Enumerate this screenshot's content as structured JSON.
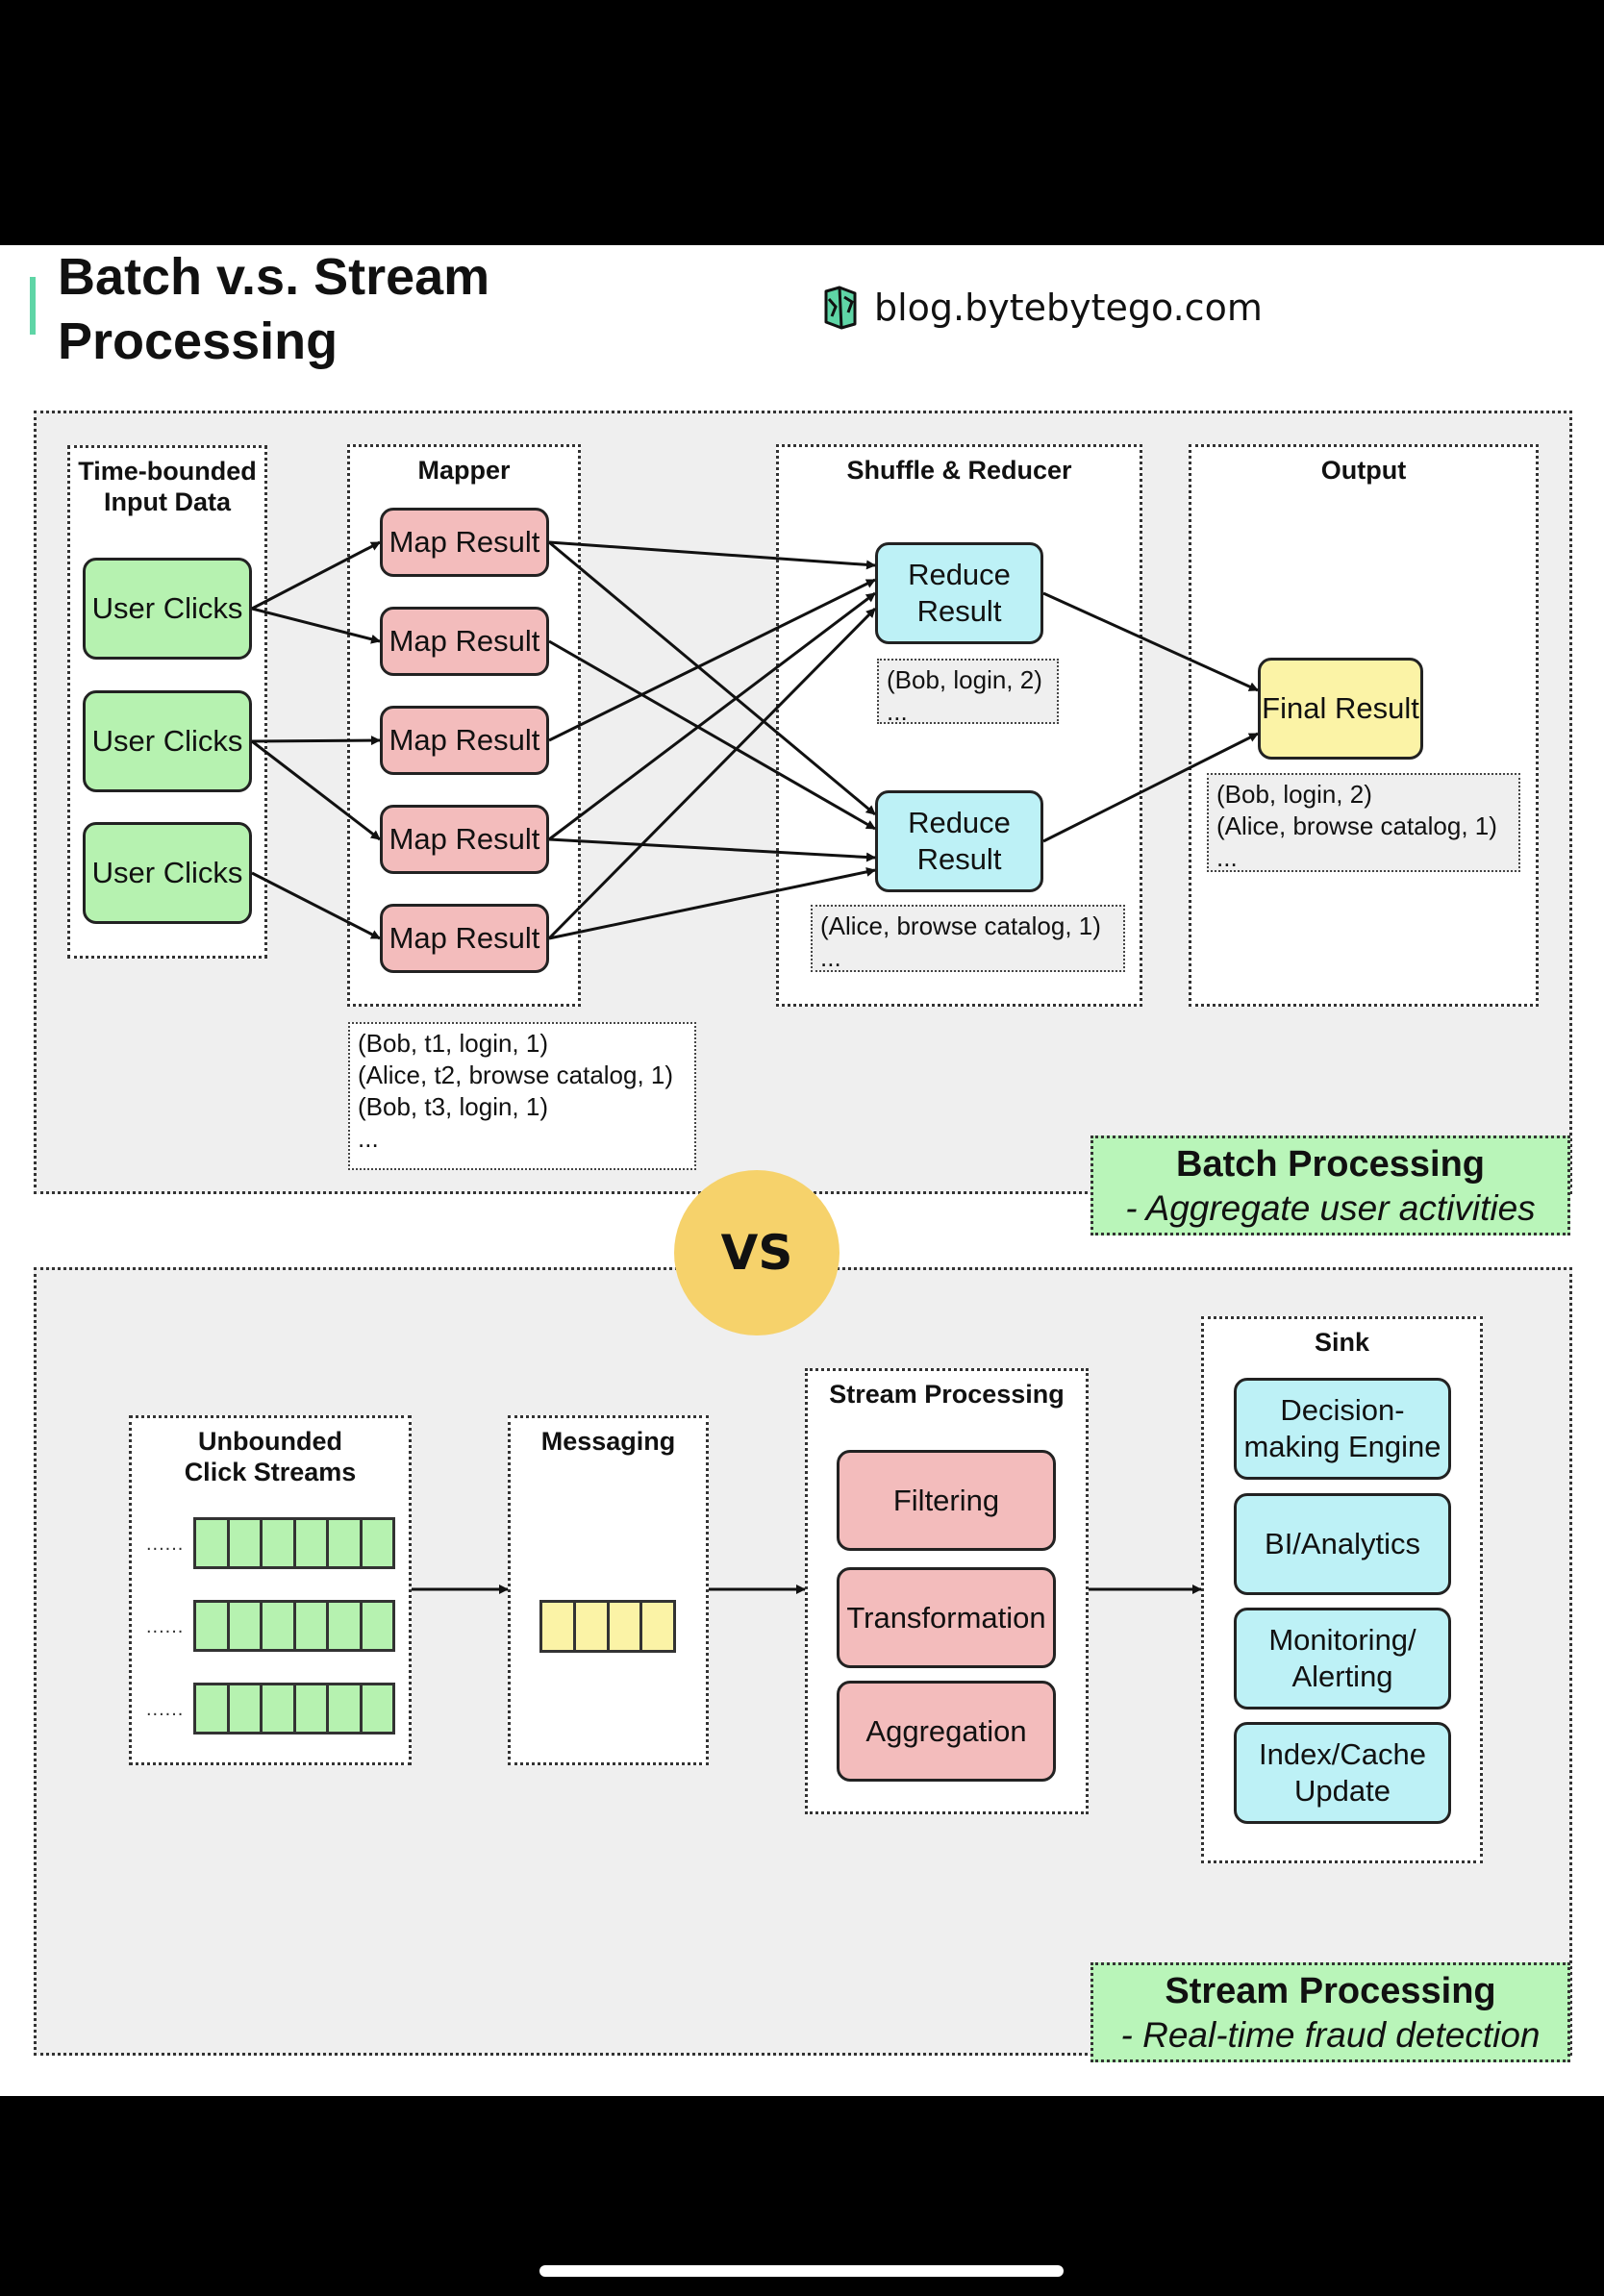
{
  "title": {
    "line1": "Batch v.s. Stream",
    "line2": "Processing"
  },
  "brand": {
    "text": "blog.bytebytego.com",
    "icon": "bytebytego-logo-icon"
  },
  "batch": {
    "groups": {
      "input": "Time-bounded Input Data",
      "mapper": "Mapper",
      "shuffle": "Shuffle & Reducer",
      "output": "Output"
    },
    "inputs": [
      "User Clicks",
      "User Clicks",
      "User Clicks"
    ],
    "map_results": [
      "Map Result",
      "Map Result",
      "Map Result",
      "Map Result",
      "Map Result"
    ],
    "reduce_results": [
      "Reduce Result",
      "Reduce Result"
    ],
    "final_result": "Final Result",
    "map_note": [
      "(Bob, t1, login, 1)",
      "(Alice, t2, browse catalog, 1)",
      "(Bob, t3, login, 1)",
      "..."
    ],
    "reduce_note_1": [
      "(Bob, login, 2)",
      "..."
    ],
    "reduce_note_2": [
      "(Alice, browse catalog, 1)",
      "..."
    ],
    "final_note": [
      "(Bob, login, 2)",
      "(Alice, browse catalog, 1)",
      "..."
    ],
    "tag_title": "Batch Processing",
    "tag_subtitle": "- Aggregate user activities"
  },
  "vs": "VS",
  "stream": {
    "groups": {
      "unbounded": "Unbounded Click Streams",
      "messaging": "Messaging",
      "processing": "Stream Processing",
      "sink": "Sink"
    },
    "stream_dots": "......",
    "processing_steps": [
      "Filtering",
      "Transformation",
      "Aggregation"
    ],
    "sinks": [
      "Decision-making Engine",
      "BI/Analytics",
      "Monitoring/ Alerting",
      "Index/Cache Update"
    ],
    "tag_title": "Stream Processing",
    "tag_subtitle": "- Real-time fraud detection"
  },
  "colors": {
    "input": "#b6f2b0",
    "map": "#f3bcbc",
    "reduce": "#bdf1f6",
    "final": "#fbf3a6",
    "vs": "#f6d26b",
    "tag": "#b9f5b9",
    "title_accent": "#5fd5a6"
  }
}
